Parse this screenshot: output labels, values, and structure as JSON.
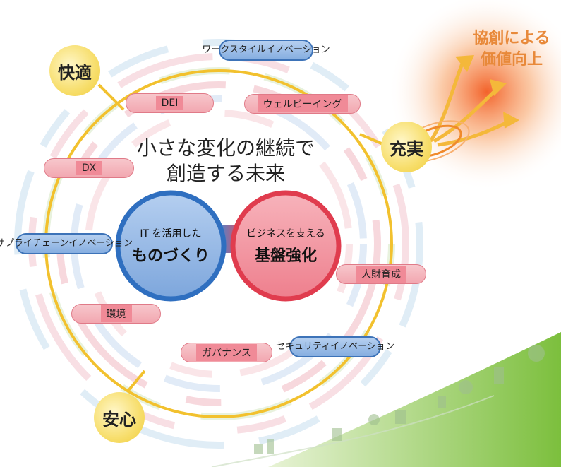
{
  "center": {
    "line1": "小さな変化の継続で",
    "line2": "創造する未来"
  },
  "left_circle": {
    "line1": "IT を活用した",
    "line2": "ものづくり"
  },
  "right_circle": {
    "line1": "ビジネスを支える",
    "line2": "基盤強化"
  },
  "values": {
    "comfort": "快適",
    "fulfillment": "充実",
    "safety": "安心"
  },
  "result": {
    "line1": "協創による",
    "line2": "価値向上"
  },
  "red_tags": {
    "dei": "DEI",
    "wellbeing": "ウェルビーイング",
    "dx": "DX",
    "hr": "人財育成",
    "env": "環境",
    "gov": "ガバナンス"
  },
  "blue_tags": {
    "workstyle": [
      "ワークスタイル",
      "イノベーション"
    ],
    "supply": [
      "サプライチェーン",
      "イノベーション"
    ],
    "security": [
      "セキュリティ",
      "イノベーション"
    ]
  },
  "colors": {
    "blue": "#4a86cf",
    "red": "#e94b5c",
    "gold": "#f2c12e",
    "orange": "#f08a2c"
  }
}
